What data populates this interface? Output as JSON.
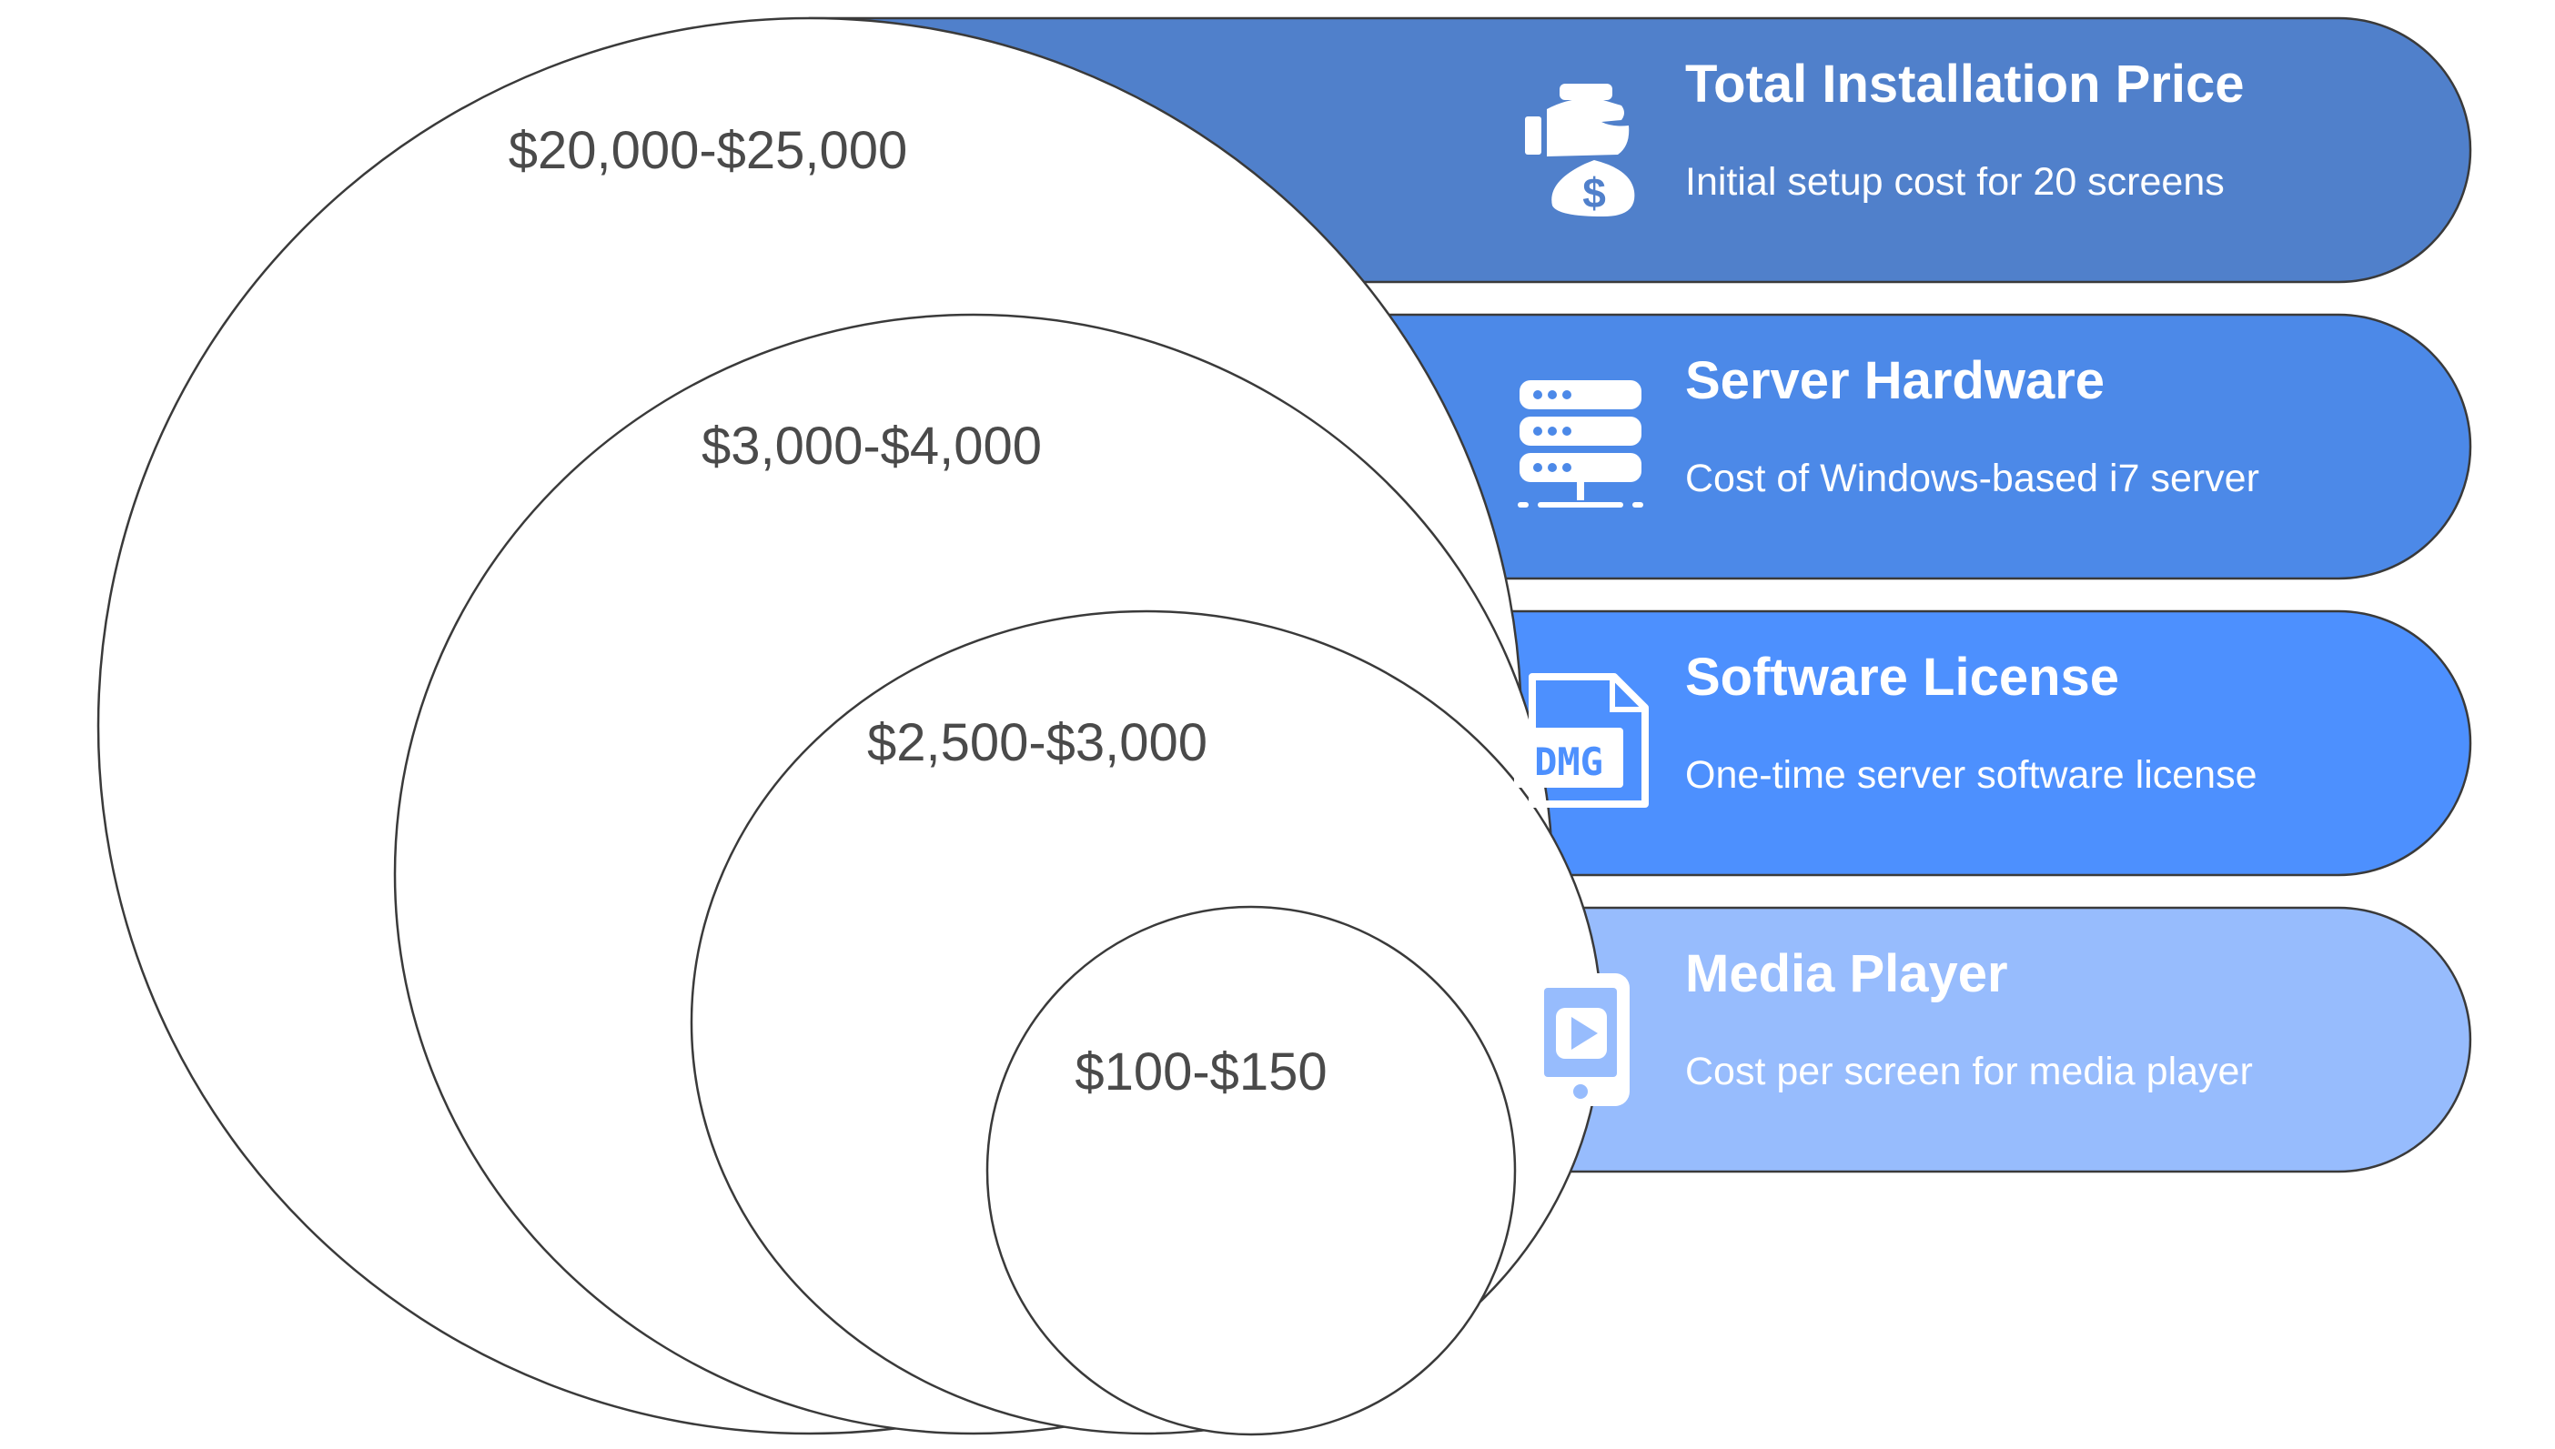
{
  "tiers": [
    {
      "title": "Total Installation Price",
      "description": "Initial setup cost for 20 screens",
      "range": "$20,000-$25,000",
      "color": "#5080CB",
      "icon": "money-bag-hand-icon"
    },
    {
      "title": "Server Hardware",
      "description": "Cost of Windows-based i7 server",
      "range": "$3,000-$4,000",
      "color": "#4C89E8",
      "icon": "server-icon"
    },
    {
      "title": "Software License",
      "description": "One-time server software license",
      "range": "$2,500-$3,000",
      "color": "#4D90FE",
      "icon": "dmg-file-icon"
    },
    {
      "title": "Media Player",
      "description": "Cost per screen for media player",
      "range": "$100-$150",
      "color": "#97BCFD",
      "icon": "tablet-play-icon"
    }
  ]
}
